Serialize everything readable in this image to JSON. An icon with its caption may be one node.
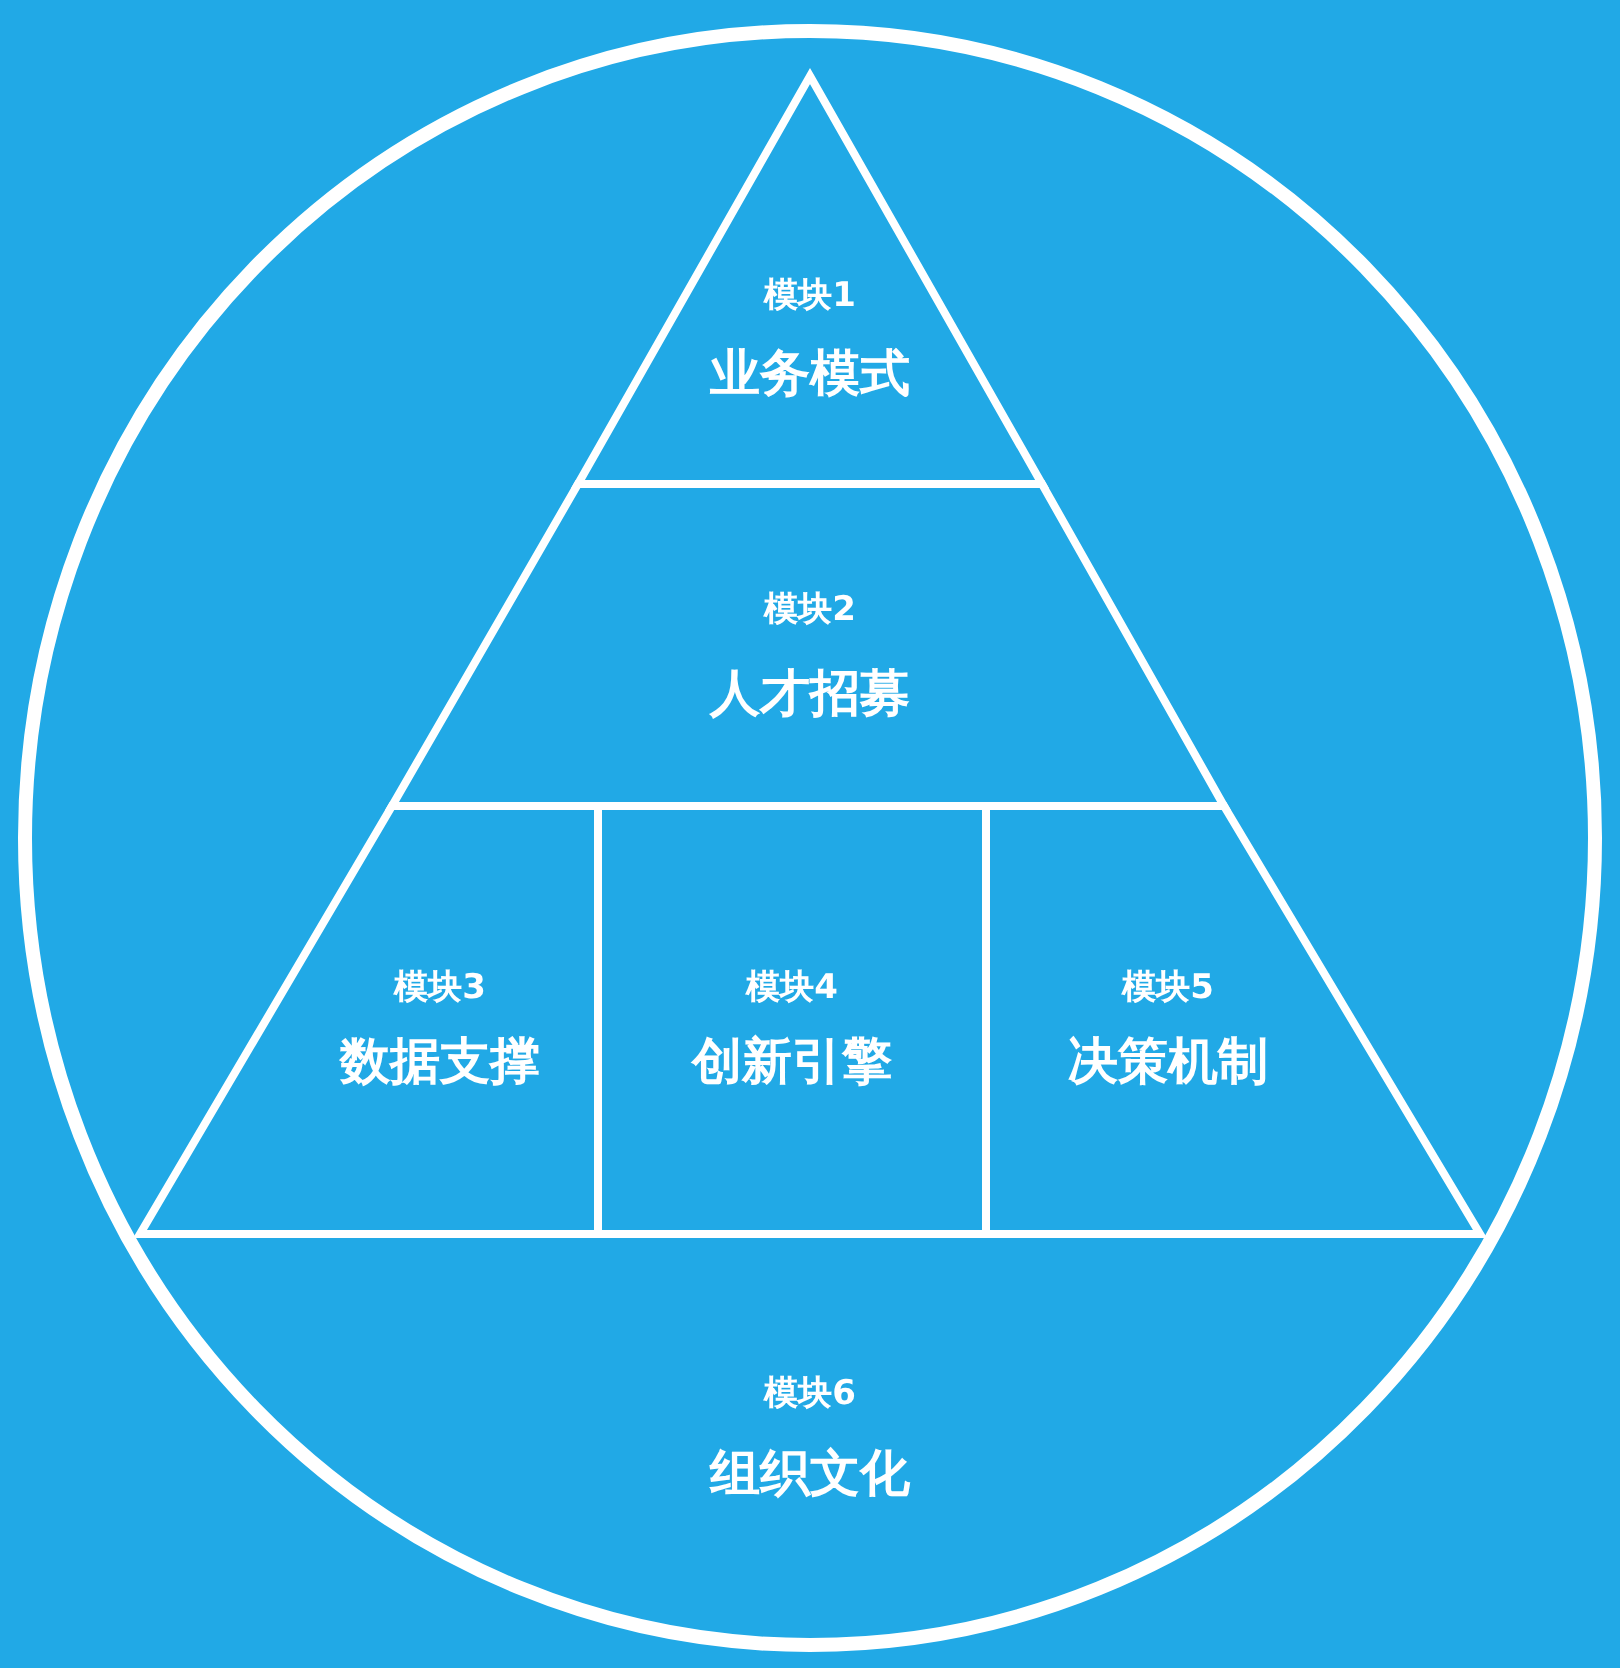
{
  "diagram": {
    "nodes": [
      {
        "text": [
          "模块6",
          "组织文化"
        ]
      },
      {
        "text": [
          "模块1",
          "业务模式"
        ],
        "in": 0
      },
      {
        "text": [
          "模块2",
          "人才招募"
        ],
        "in": 0
      },
      {
        "text": [
          "模块3",
          "数据支撑"
        ],
        "in": 0
      },
      {
        "text": [
          "模块4",
          "创新引擎"
        ],
        "in": 0
      },
      {
        "text": [
          "模块5",
          "决策机制"
        ],
        "in": 0
      }
    ]
  }
}
